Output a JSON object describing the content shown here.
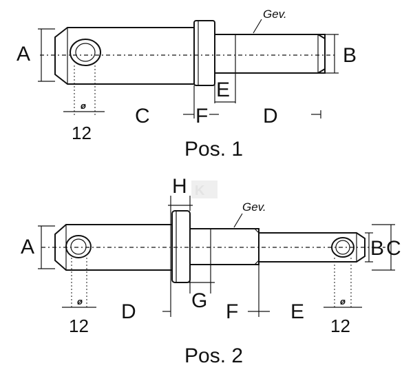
{
  "pos1": {
    "caption": "Pos. 1",
    "labels": {
      "A": "A",
      "B": "B",
      "C": "C",
      "D": "D",
      "E": "E",
      "F": "F"
    },
    "thread": "Gev.",
    "diameter_symbol": "ø",
    "hole_size": "12"
  },
  "pos2": {
    "caption": "Pos. 2",
    "labels": {
      "A": "A",
      "B": "B",
      "C": "C",
      "D": "D",
      "E": "E",
      "F": "F",
      "G": "G",
      "H": "H"
    },
    "thread": "Gev.",
    "diameter_symbol": "ø",
    "hole_size_left": "12",
    "hole_size_right": "12"
  }
}
